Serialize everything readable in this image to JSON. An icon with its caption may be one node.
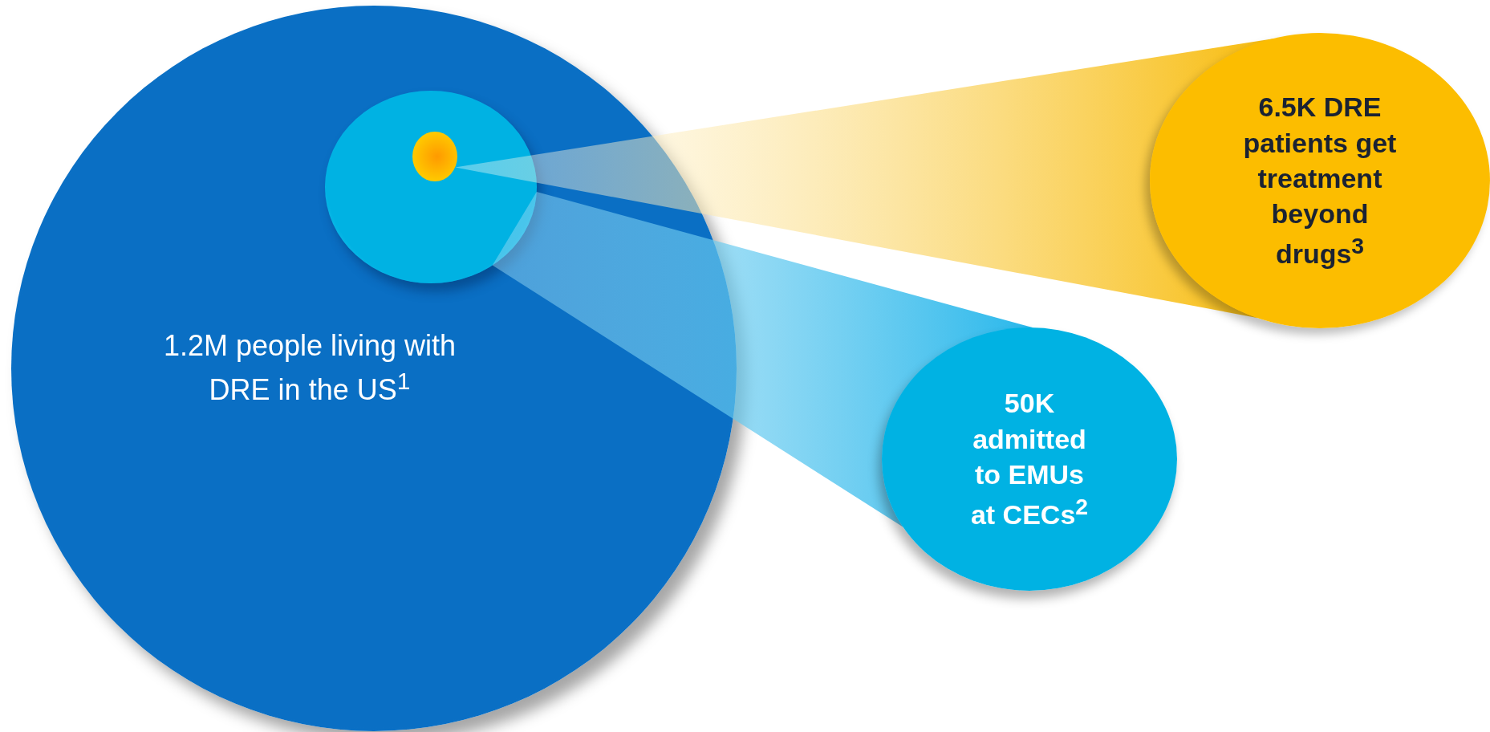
{
  "diagram": {
    "nodes": [
      {
        "text": [
          "1.2M people living with DRE in the US$^{1}$"
        ]
      },
      {
        "text": [],
        "shape": "circle",
        "in": 0
      },
      {
        "text": [],
        "shape": "circle",
        "in": 1
      },
      {
        "text": [
          "6.5K DRE patients get treatment beyond drugs$^{3}$"
        ]
      },
      {
        "text": [
          "50K admitted to EMUs at CECs$^{2}$"
        ]
      }
    ],
    "edges": [
      {
        "from": 2,
        "to": 3,
        "arrow": "none"
      },
      {
        "from": 1,
        "to": 4,
        "arrow": "none"
      }
    ]
  }
}
